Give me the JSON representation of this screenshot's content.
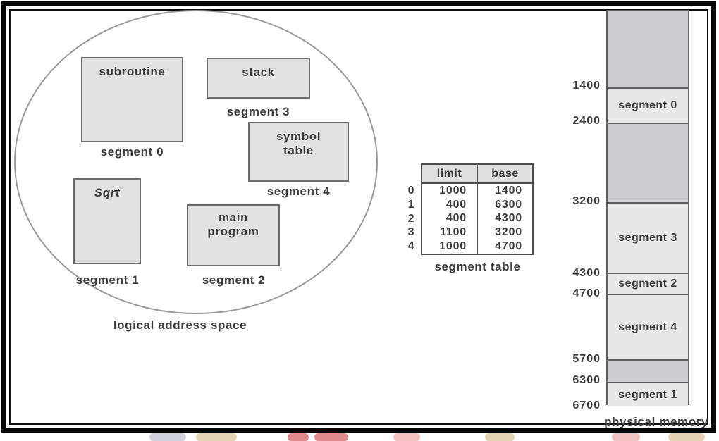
{
  "logical": {
    "caption": "logical address space",
    "boxes": [
      {
        "lines": [
          "subroutine"
        ],
        "caption": "segment 0"
      },
      {
        "lines": [
          "stack"
        ],
        "caption": "segment 3"
      },
      {
        "lines": [
          "symbol",
          "table"
        ],
        "caption": "segment 4"
      },
      {
        "lines": [
          "Sqrt"
        ],
        "caption": "segment 1"
      },
      {
        "lines": [
          "main",
          "program"
        ],
        "caption": "segment 2"
      }
    ]
  },
  "segment_table": {
    "caption": "segment table",
    "col_headers": [
      "limit",
      "base"
    ],
    "rows": [
      {
        "index": "0",
        "limit": "1000",
        "base": "1400"
      },
      {
        "index": "1",
        "limit": "400",
        "base": "6300"
      },
      {
        "index": "2",
        "limit": "400",
        "base": "4300"
      },
      {
        "index": "3",
        "limit": "1100",
        "base": "3200"
      },
      {
        "index": "4",
        "limit": "1000",
        "base": "4700"
      }
    ]
  },
  "physical_memory": {
    "caption": "physical memory",
    "address_labels": [
      "1400",
      "2400",
      "3200",
      "4300",
      "4700",
      "5700",
      "6300",
      "6700"
    ],
    "regions": [
      {
        "label": "",
        "kind": "hole"
      },
      {
        "label": "segment 0",
        "kind": "segment"
      },
      {
        "label": "",
        "kind": "hole"
      },
      {
        "label": "segment 3",
        "kind": "segment"
      },
      {
        "label": "segment 2",
        "kind": "segment"
      },
      {
        "label": "segment 4",
        "kind": "segment"
      },
      {
        "label": "",
        "kind": "hole"
      },
      {
        "label": "segment 1",
        "kind": "segment"
      }
    ]
  },
  "colors": {
    "segment_fill": "#e8e8e8",
    "hole_fill": "#cdccd1",
    "box_fill": "#e2e2e2",
    "line": "#5f5f5f",
    "text": "#3c3c3c",
    "frame": "#060606",
    "watermark_tan": "#d2ae7a",
    "watermark_red": "#c93e3e"
  }
}
